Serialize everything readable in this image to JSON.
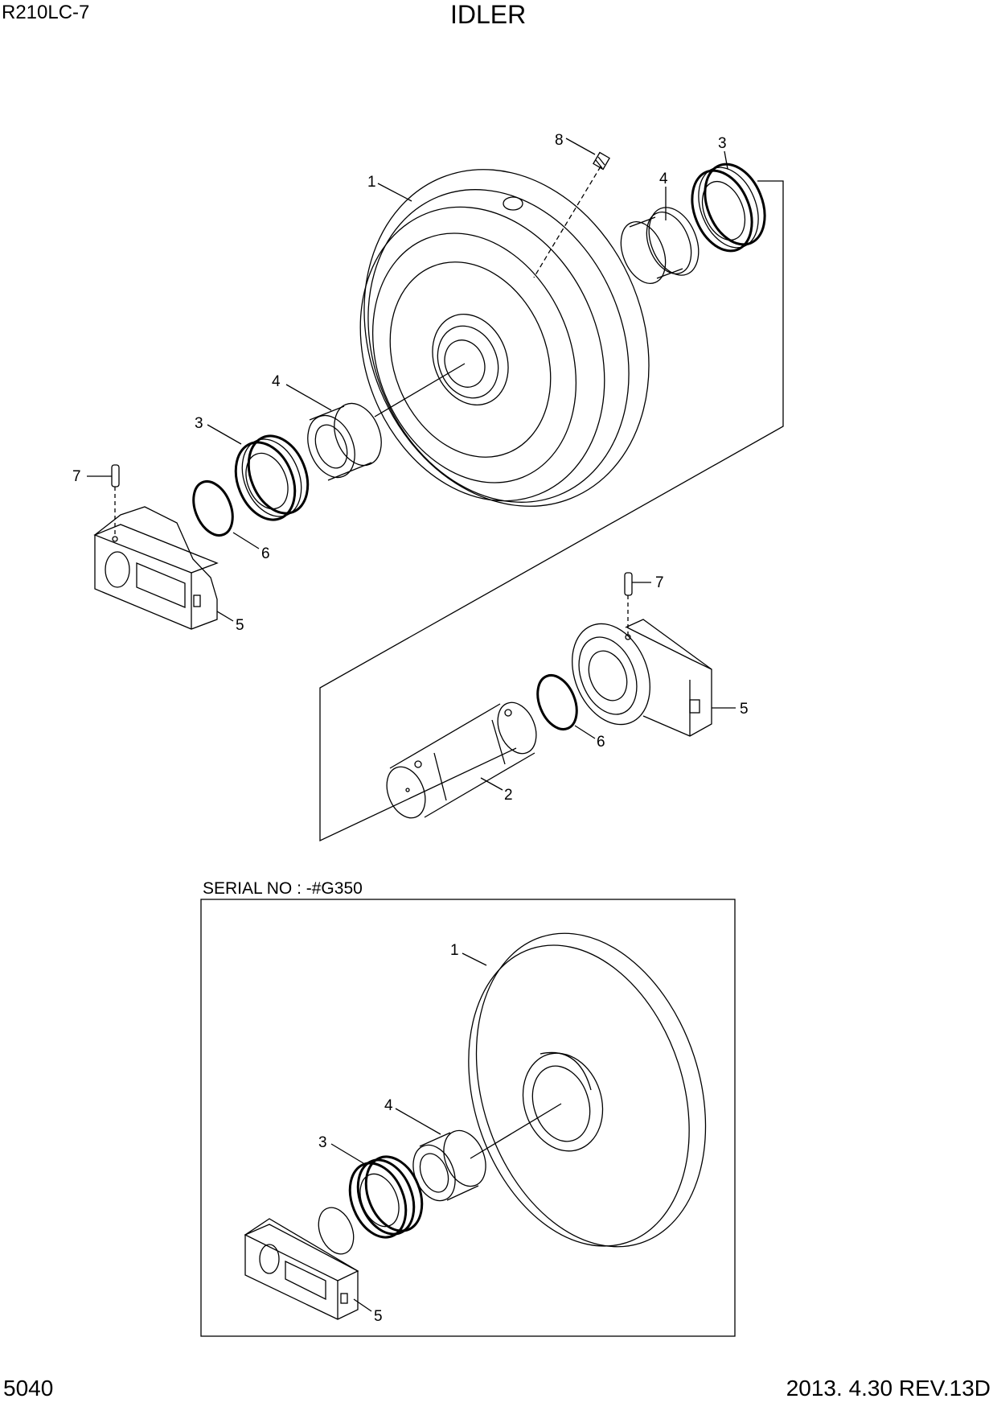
{
  "header": {
    "model": "R210LC-7",
    "title": "IDLER"
  },
  "footer": {
    "page_number": "5040",
    "revision": "2013. 4.30  REV.13D"
  },
  "inset": {
    "serial_label": "SERIAL NO : -#G350"
  },
  "callouts": {
    "c1": "1",
    "c2": "2",
    "c3": "3",
    "c4": "4",
    "c5": "5",
    "c6": "6",
    "c7": "7",
    "c8": "8"
  }
}
